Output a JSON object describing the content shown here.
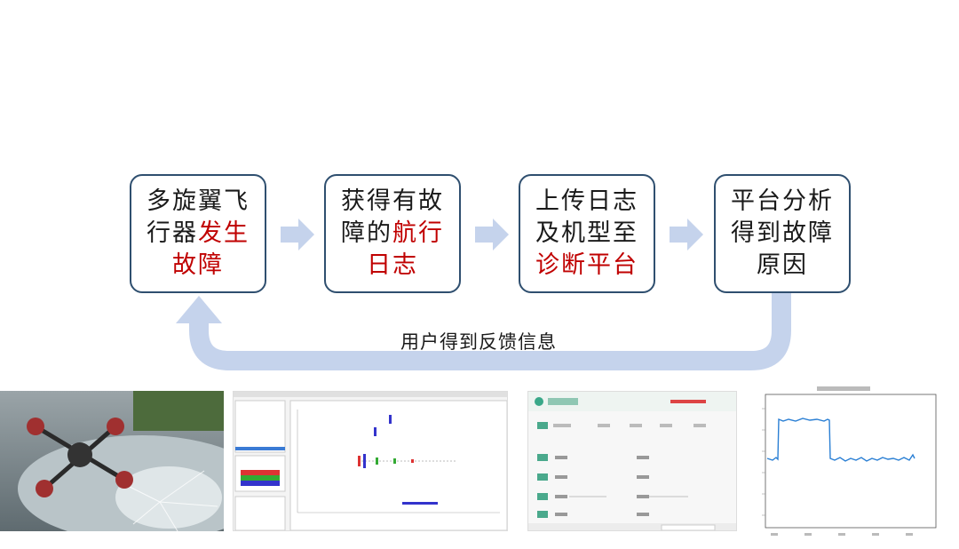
{
  "steps": [
    {
      "plain": "多旋翼飞行器",
      "highlight": "发生故障"
    },
    {
      "plain": "获得有故障的",
      "highlight": "航行日志"
    },
    {
      "plain": "上传日志及机型至",
      "highlight": "诊断平台"
    },
    {
      "plain": "平台分析得到故障原因",
      "highlight": ""
    }
  ],
  "feedback_label": "用户得到反馈信息",
  "colors": {
    "box_border": "#2f4f6f",
    "highlight": "#c00000",
    "arrow": "#c5d3ec"
  },
  "images": [
    {
      "icon": "crashed-drone-photo-icon"
    },
    {
      "icon": "log-analysis-software-icon"
    },
    {
      "icon": "diagnosis-platform-web-icon"
    },
    {
      "icon": "signal-plot-icon"
    }
  ]
}
